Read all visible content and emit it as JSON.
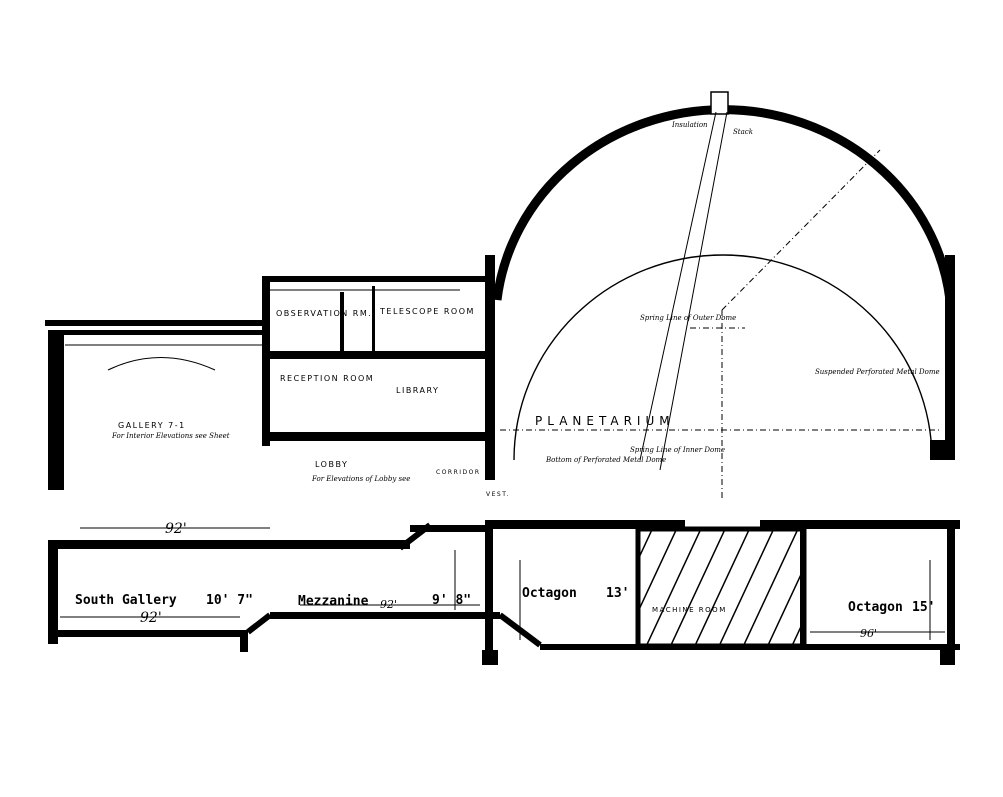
{
  "drawing": {
    "rooms": {
      "gallery": "GALLERY 7-1",
      "gallery_note": "For Interior Elevations see Sheet",
      "observation": "OBSERVATION RM.",
      "telescope": "TELESCOPE ROOM",
      "reception": "RECEPTION ROOM",
      "library": "LIBRARY",
      "lobby": "LOBBY",
      "lobby_note": "For Elevations of Lobby see",
      "corridor": "CORRIDOR",
      "vest": "VEST.",
      "planetarium": "PLANETARIUM",
      "south_gallery": "South Gallery",
      "mezzanine": "Mezzanine",
      "octagon_left": "Octagon",
      "octagon_right": "Octagon",
      "machine_room": "MACHINE ROOM"
    },
    "notes": {
      "insulation": "Insulation",
      "stack": "Stack",
      "springline_outer": "Spring Line of Outer Dome",
      "springline_inner": "Spring Line of Inner Dome",
      "suspended_dome": "Suspended Perforated Metal Dome",
      "bottom_dome": "Bottom of Perforated Metal Dome"
    },
    "dimensions": {
      "gallery_width": "92'",
      "south_gallery_width": "92'",
      "south_gallery_height": "10' 7\"",
      "mezzanine_width": "92'",
      "mezzanine_height": "9' 8\"",
      "octagon_left_height": "13'",
      "octagon_right_height": "15'",
      "octagon_right_width": "96'"
    }
  }
}
